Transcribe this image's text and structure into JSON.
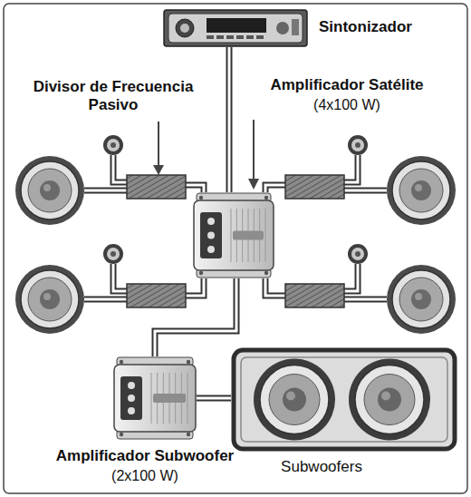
{
  "diagram": {
    "nodes": [
      {
        "text": [
          "Sintonizador"
        ]
      },
      {
        "text": [
          "Amplificador Satélite",
          "(4x100 W)"
        ]
      },
      {
        "text": [
          "Amplificador Subwoofer",
          "(2x100 W)"
        ]
      },
      {
        "text": [
          "Subwoofers"
        ]
      }
    ],
    "edges": [
      {
        "from": 0,
        "to": 1,
        "arrow": "none"
      },
      {
        "from": 1,
        "to": 2,
        "arrow": "none"
      },
      {
        "from": 2,
        "to": 3,
        "arrow": "none"
      }
    ],
    "labels": [
      "Divisor de Frecuencia Pasivo"
    ]
  }
}
